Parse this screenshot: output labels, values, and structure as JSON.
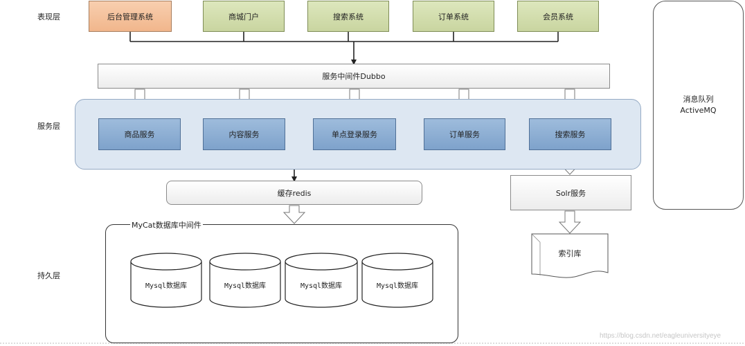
{
  "layers": {
    "presentation": "表现层",
    "service": "服务层",
    "persistence": "持久层"
  },
  "presentation_systems": [
    {
      "label": "后台管理系统"
    },
    {
      "label": "商城门户"
    },
    {
      "label": "搜索系统"
    },
    {
      "label": "订单系统"
    },
    {
      "label": "会员系统"
    }
  ],
  "middleware": {
    "label": "服务中间件Dubbo"
  },
  "services": [
    {
      "label": "商品服务"
    },
    {
      "label": "内容服务"
    },
    {
      "label": "单点登录服务"
    },
    {
      "label": "订单服务"
    },
    {
      "label": "搜索服务"
    }
  ],
  "cache": {
    "label": "缓存redis"
  },
  "solr": {
    "label": "Solr服务"
  },
  "index": {
    "label": "索引库"
  },
  "message_queue": {
    "line1": "消息队列",
    "line2": "ActiveMQ"
  },
  "mycat": {
    "title": "MyCat数据库中间件",
    "databases": [
      {
        "label": "Mysql数据库"
      },
      {
        "label": "Mysql数据库"
      },
      {
        "label": "Mysql数据库"
      },
      {
        "label": "Mysql数据库"
      }
    ]
  },
  "watermark": "https://blog.csdn.net/eagleuniversityeye",
  "colors": {
    "admin_fill": "#f1b68c",
    "system_fill": "#c9d5a0",
    "service_fill": "#7ea2cb",
    "service_panel": "#dde7f2"
  }
}
